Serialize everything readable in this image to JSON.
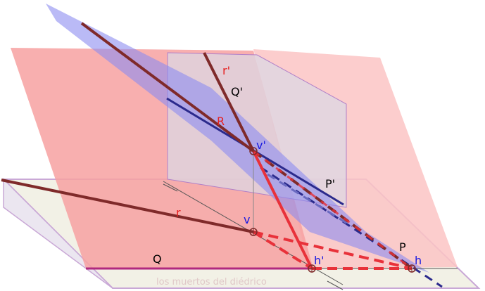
{
  "labels": {
    "r_prime": "r'",
    "q_prime": "Q'",
    "R": "R",
    "v_prime": "v'",
    "p_prime": "P'",
    "r": "r",
    "v": "v",
    "P": "P",
    "Q": "Q",
    "h_prime": "h'",
    "h": "h"
  },
  "watermark": "los muertos del diédrico",
  "colors": {
    "red_plane": "#f7a1a1",
    "vertical_plane": "#dcd7e3",
    "blue_plane": "#8c8cf0",
    "horizontal_plane": "#f1efe3",
    "dark_red_line": "#7f2a2a",
    "red_line": "#e8313a",
    "dark_blue_line": "#2b2a8c",
    "magenta_line": "#b0297f",
    "label_red": "#e62020",
    "label_blue": "#1a1ae0",
    "label_black": "#000000"
  }
}
